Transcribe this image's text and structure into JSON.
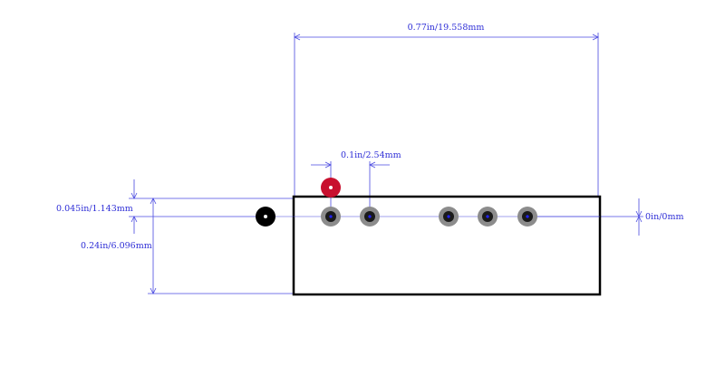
{
  "dimensions": {
    "overall_width": "0.77in/19.558mm",
    "pitch": "0.1in/2.54mm",
    "offset_top": "0.045in/1.143mm",
    "body_height": "0.24in/6.096mm",
    "zero_offset": "0in/0mm"
  },
  "colors": {
    "dimension": "#4a4ae0",
    "outline": "#000000",
    "pad_ring": "#8c8c8c",
    "pin_one_marker": "#c8102e",
    "mounting_hole": "#000000"
  },
  "pads": [
    {
      "kind": "mounting-hole"
    },
    {
      "kind": "pad"
    },
    {
      "kind": "pad"
    },
    {
      "kind": "pad"
    },
    {
      "kind": "pad"
    },
    {
      "kind": "pad"
    }
  ],
  "pin_one_marker": {
    "kind": "pin-1-marker"
  }
}
